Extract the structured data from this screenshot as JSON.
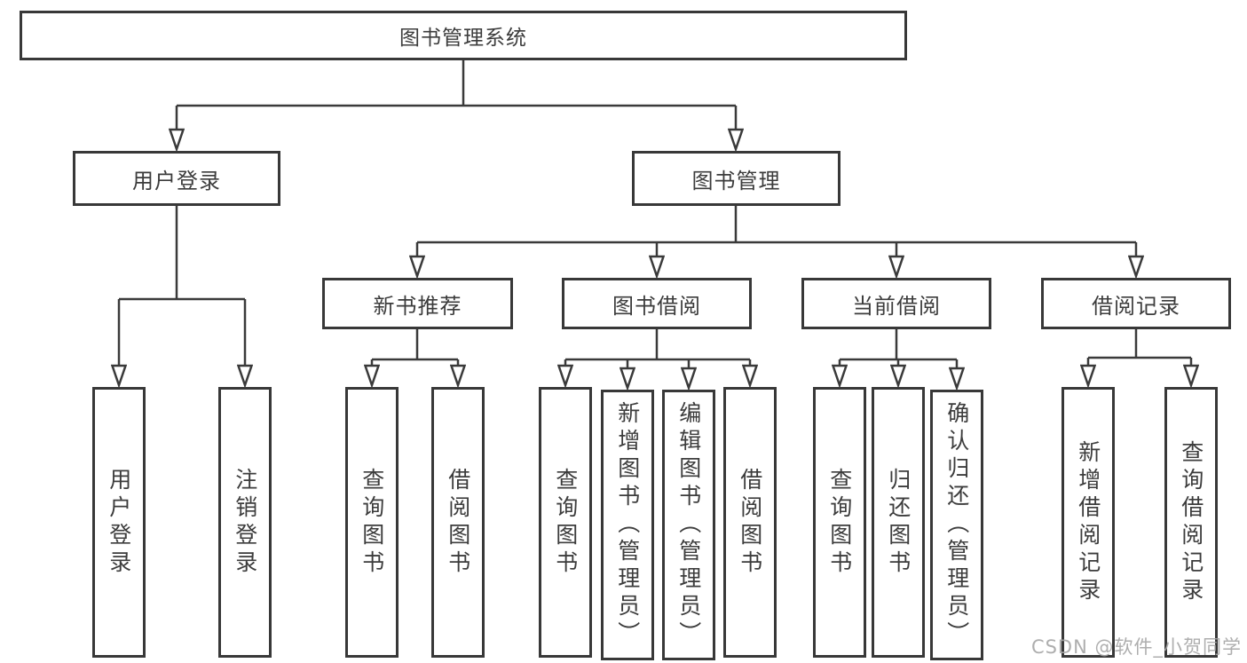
{
  "watermark": "CSDN @软件_小贺同学",
  "colors": {
    "line": "#3a3a3a",
    "text": "#3c3c3c",
    "box_background": "#ffffff",
    "watermark": "#a5a5a5"
  },
  "root": {
    "label": "图书管理系统"
  },
  "branches": {
    "user": {
      "label": "用户登录",
      "children": [
        {
          "label": "用户登录"
        },
        {
          "label": "注销登录"
        }
      ]
    },
    "books": {
      "label": "图书管理",
      "sections": [
        {
          "label": "新书推荐",
          "children": [
            {
              "label": "查询图书"
            },
            {
              "label": "借阅图书"
            }
          ]
        },
        {
          "label": "图书借阅",
          "children": [
            {
              "label": "查询图书"
            },
            {
              "label": "新增图书（管理员）"
            },
            {
              "label": "编辑图书（管理员）"
            },
            {
              "label": "借阅图书"
            }
          ]
        },
        {
          "label": "当前借阅",
          "children": [
            {
              "label": "查询图书"
            },
            {
              "label": "归还图书"
            },
            {
              "label": "确认归还（管理员）"
            }
          ]
        },
        {
          "label": "借阅记录",
          "children": [
            {
              "label": "新增借阅记录"
            },
            {
              "label": "查询借阅记录"
            }
          ]
        }
      ]
    }
  }
}
